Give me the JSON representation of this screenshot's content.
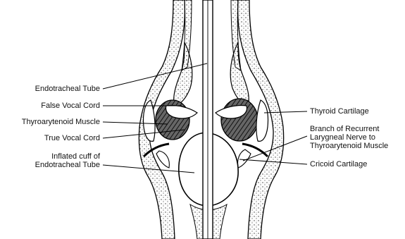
{
  "labels": {
    "endotracheal_tube": "Endotracheal Tube",
    "false_vocal_cord": "False Vocal Cord",
    "thyroarytenoid_muscle": "Thyroarytenoid Muscle",
    "true_vocal_cord": "True Vocal Cord",
    "inflated_cuff": "Inflated cuff of\nEndotracheal Tube",
    "thyroid_cartilage": "Thyroid Cartilage",
    "recurrent_nerve_branch": "Branch of Recurrent\nLarygneal Nerve to\nThyroarytenoid Muscle",
    "cricoid_cartilage": "Cricoid Cartilage"
  }
}
